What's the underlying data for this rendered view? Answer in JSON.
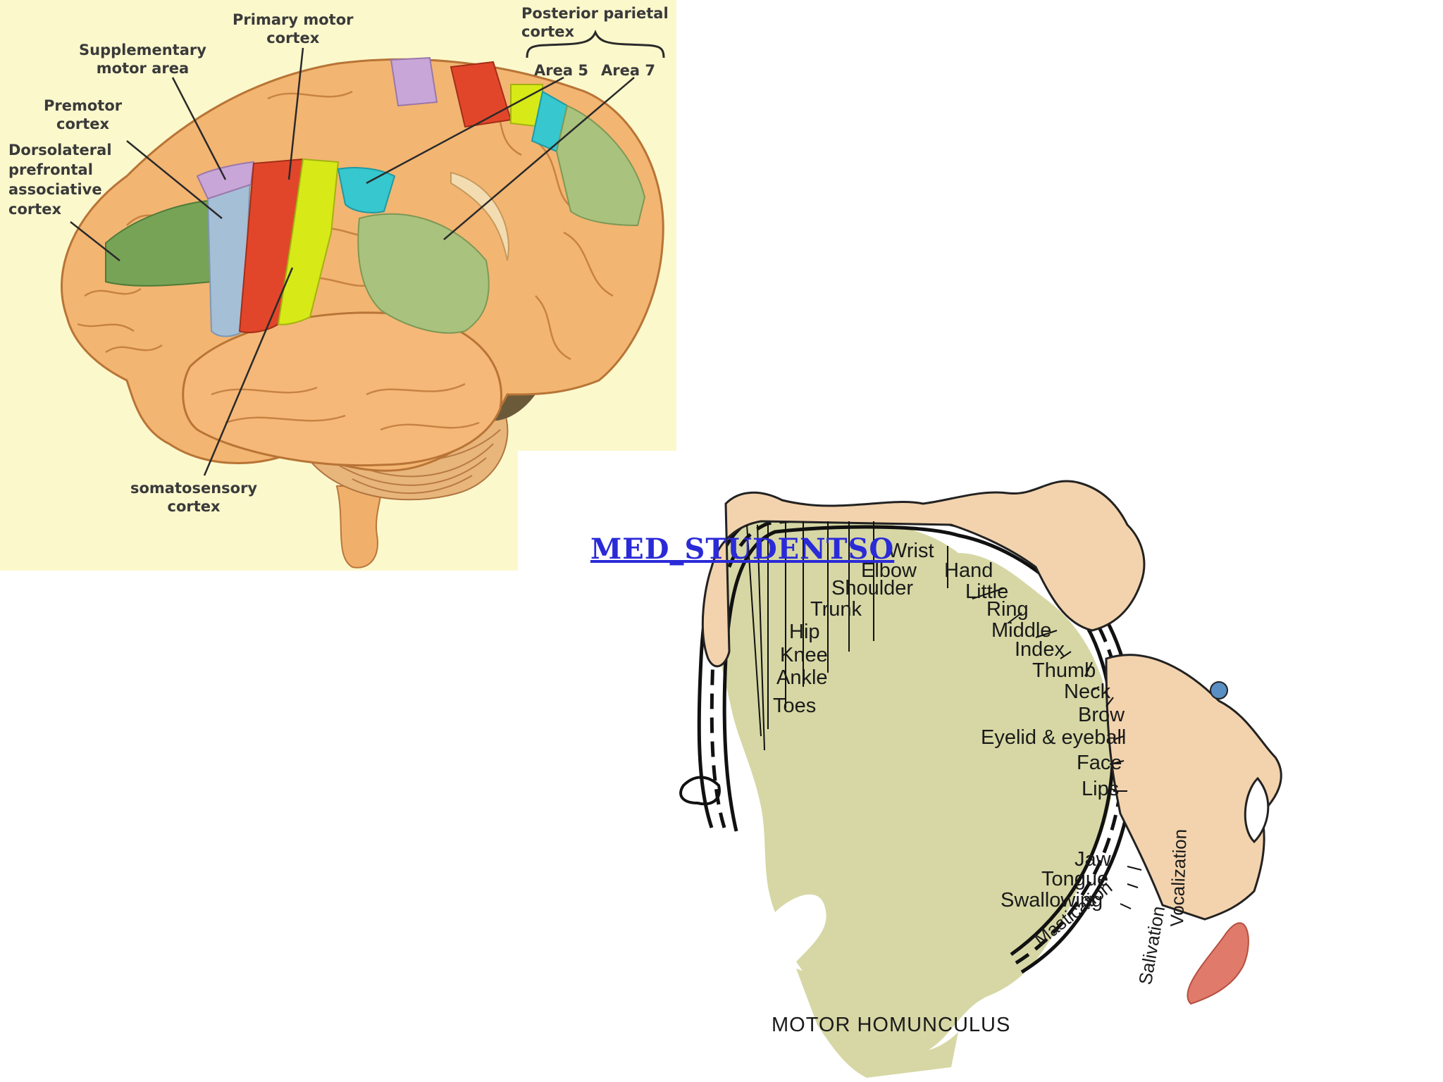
{
  "brain": {
    "labels": {
      "primary_motor": "Primary motor\ncortex",
      "supplementary_motor": "Supplementary\nmotor area",
      "premotor": "Premotor\ncortex",
      "dorsolateral": "Dorsolateral\nprefrontal\nassociative\ncortex",
      "posterior_parietal": "Posterior parietal\ncortex",
      "area5": "Area 5",
      "area7": "Area 7",
      "somatosensory": "somatosensory\ncortex"
    },
    "colors": {
      "background": "#fbf8cc",
      "brain": "#f3b572",
      "prefrontal": "#77a356",
      "premotor": "#a5bfd6",
      "supplementary": "#c9a6d8",
      "primary_motor": "#e2462a",
      "somatosensory": "#d7ea18",
      "area5": "#36c7cf",
      "area7": "#a9c27e",
      "cerebellum": "#e8b57a"
    }
  },
  "homunculus": {
    "title": "MOTOR HOMUNCULUS",
    "body_parts": [
      "Toes",
      "Ankle",
      "Knee",
      "Hip",
      "Trunk",
      "Shoulder",
      "Elbow",
      "Wrist",
      "Hand",
      "Little",
      "Ring",
      "Middle",
      "Index",
      "Thumb",
      "Neck",
      "Brow",
      "Eyelid & eyeball",
      "Face",
      "Lips",
      "Jaw",
      "Tongue",
      "Swallowing"
    ],
    "functions": [
      "Mastication",
      "Salivation",
      "Vocalization"
    ],
    "colors": {
      "cortex": "#d6d7a4",
      "skin": "#f3d3ad",
      "tongue": "#e07a6a"
    }
  },
  "watermark": "MED_STUDENTSO"
}
